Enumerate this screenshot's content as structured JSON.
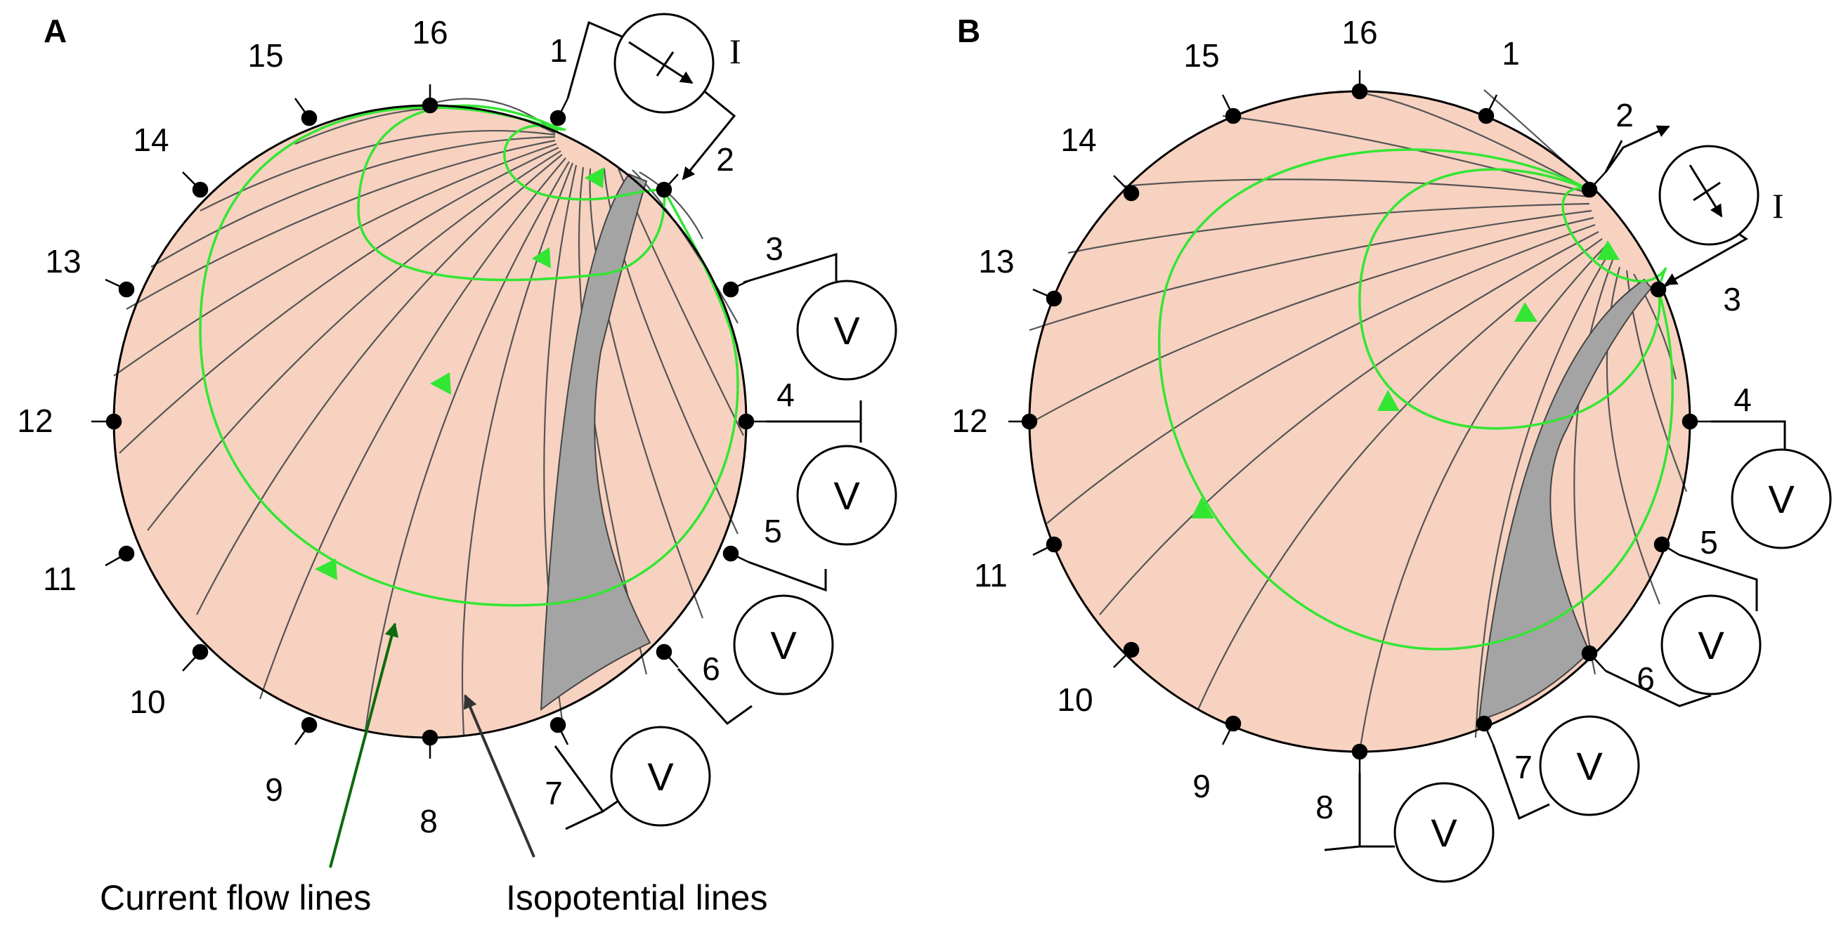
{
  "panels": [
    {
      "id": "A",
      "label": "A",
      "current_source_label": "I",
      "voltmeter_label": "V",
      "electrode_labels": [
        "1",
        "2",
        "3",
        "4",
        "5",
        "6",
        "7",
        "8",
        "9",
        "10",
        "11",
        "12",
        "13",
        "14",
        "15",
        "16"
      ]
    },
    {
      "id": "B",
      "label": "B",
      "current_source_label": "I",
      "voltmeter_label": "V",
      "electrode_labels": [
        "1",
        "2",
        "3",
        "4",
        "5",
        "6",
        "7",
        "8",
        "9",
        "10",
        "11",
        "12",
        "13",
        "14",
        "15",
        "16"
      ]
    }
  ],
  "legend": {
    "current_flow_lines": "Current flow lines",
    "isopotential_lines": "Isopotential lines"
  },
  "colors": {
    "disk_fill": "#f7d2c0",
    "current_line": "#33e633",
    "isopotential_line": "#555555",
    "shaded_band": "#a4a4a4",
    "current_arrow": "#0e6b0e",
    "isopotential_arrow": "#333333"
  }
}
